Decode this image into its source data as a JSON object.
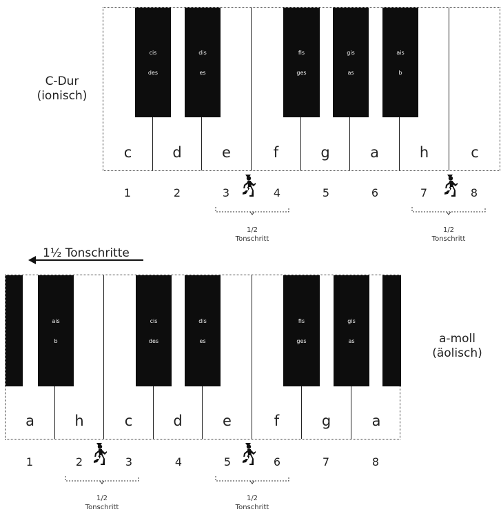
{
  "c_dur": {
    "label_line1": "C-Dur",
    "label_line2": "(ionisch)",
    "white_keys": [
      "c",
      "d",
      "e",
      "f",
      "g",
      "a",
      "h",
      "c"
    ],
    "black_keys": [
      {
        "top": "cis",
        "bottom": "des"
      },
      {
        "top": "dis",
        "bottom": "es"
      },
      {
        "top": "fis",
        "bottom": "ges"
      },
      {
        "top": "gis",
        "bottom": "as"
      },
      {
        "top": "ais",
        "bottom": "b"
      }
    ],
    "degrees": [
      "1",
      "2",
      "3",
      "4",
      "5",
      "6",
      "7",
      "8"
    ],
    "halftone_1": {
      "line1": "1/2",
      "line2": "Tonschritt"
    },
    "halftone_2": {
      "line1": "1/2",
      "line2": "Tonschritt"
    }
  },
  "shift_label": "1½ Tonschritte",
  "a_moll": {
    "label_line1": "a-moll",
    "label_line2": "(äolisch)",
    "white_keys": [
      "a",
      "h",
      "c",
      "d",
      "e",
      "f",
      "g",
      "a"
    ],
    "black_keys": [
      {
        "top": "ais",
        "bottom": "b"
      },
      {
        "top": "cis",
        "bottom": "des"
      },
      {
        "top": "dis",
        "bottom": "es"
      },
      {
        "top": "fis",
        "bottom": "ges"
      },
      {
        "top": "gis",
        "bottom": "as"
      }
    ],
    "degrees": [
      "1",
      "2",
      "3",
      "4",
      "5",
      "6",
      "7",
      "8"
    ],
    "halftone_1": {
      "line1": "1/2",
      "line2": "Tonschritt"
    },
    "halftone_2": {
      "line1": "1/2",
      "line2": "Tonschritt"
    }
  }
}
